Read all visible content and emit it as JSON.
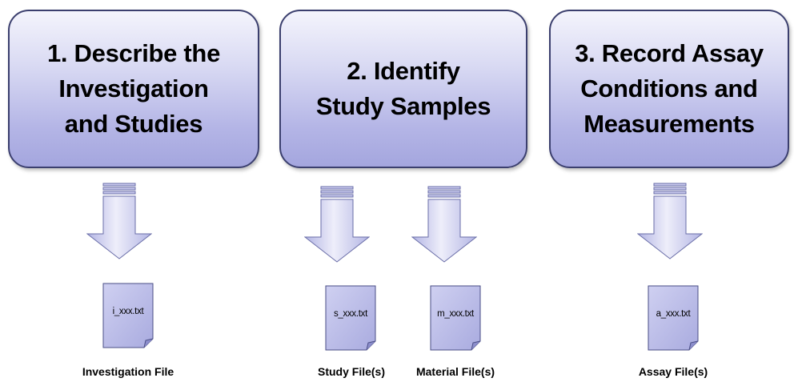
{
  "steps": [
    {
      "text": "1. Describe the\nInvestigation\nand Studies"
    },
    {
      "text": "2. Identify\nStudy Samples"
    },
    {
      "text": "3. Record Assay\nConditions and\nMeasurements"
    }
  ],
  "files": [
    {
      "filename": "i_xxx.txt",
      "label": "Investigation File"
    },
    {
      "filename": "s_xxx.txt",
      "label": "Study File(s)"
    },
    {
      "filename": "m_xxx.txt",
      "label": "Material File(s)"
    },
    {
      "filename": "a_xxx.txt",
      "label": "Assay File(s)"
    }
  ],
  "colors": {
    "box_border": "#3b3f6e",
    "box_fill_light": "#f4f4fc",
    "box_fill_dark": "#a4a6de",
    "arrow_fill": "#c7c8ec",
    "arrow_border": "#6a6ea8",
    "doc_fill": "#b9bae8"
  }
}
